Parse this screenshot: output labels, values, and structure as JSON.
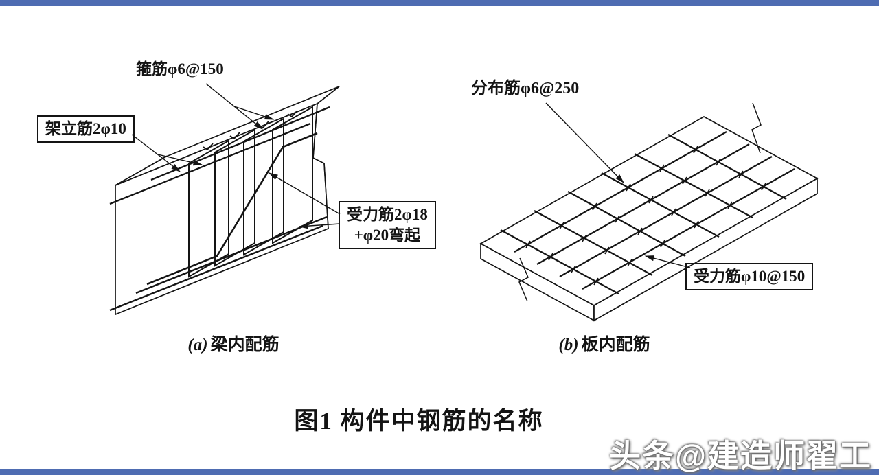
{
  "page": {
    "background": "#ffffff",
    "accent_color": "#4e6cb2",
    "line_color": "#141414"
  },
  "beam": {
    "caption_prefix": "(a)",
    "caption": "梁内配筋",
    "labels": {
      "stirrup": "箍筋φ6@150",
      "erection": "架立筋2φ10",
      "main_line1": "受力筋2φ18",
      "main_line2": "+φ20弯起"
    }
  },
  "slab": {
    "caption_prefix": "(b)",
    "caption": "板内配筋",
    "labels": {
      "distribution": "分布筋φ6@250",
      "main": "受力筋φ10@150"
    }
  },
  "figure_title": "图1 构件中钢筋的名称",
  "watermark": "头条@建造师翟工"
}
